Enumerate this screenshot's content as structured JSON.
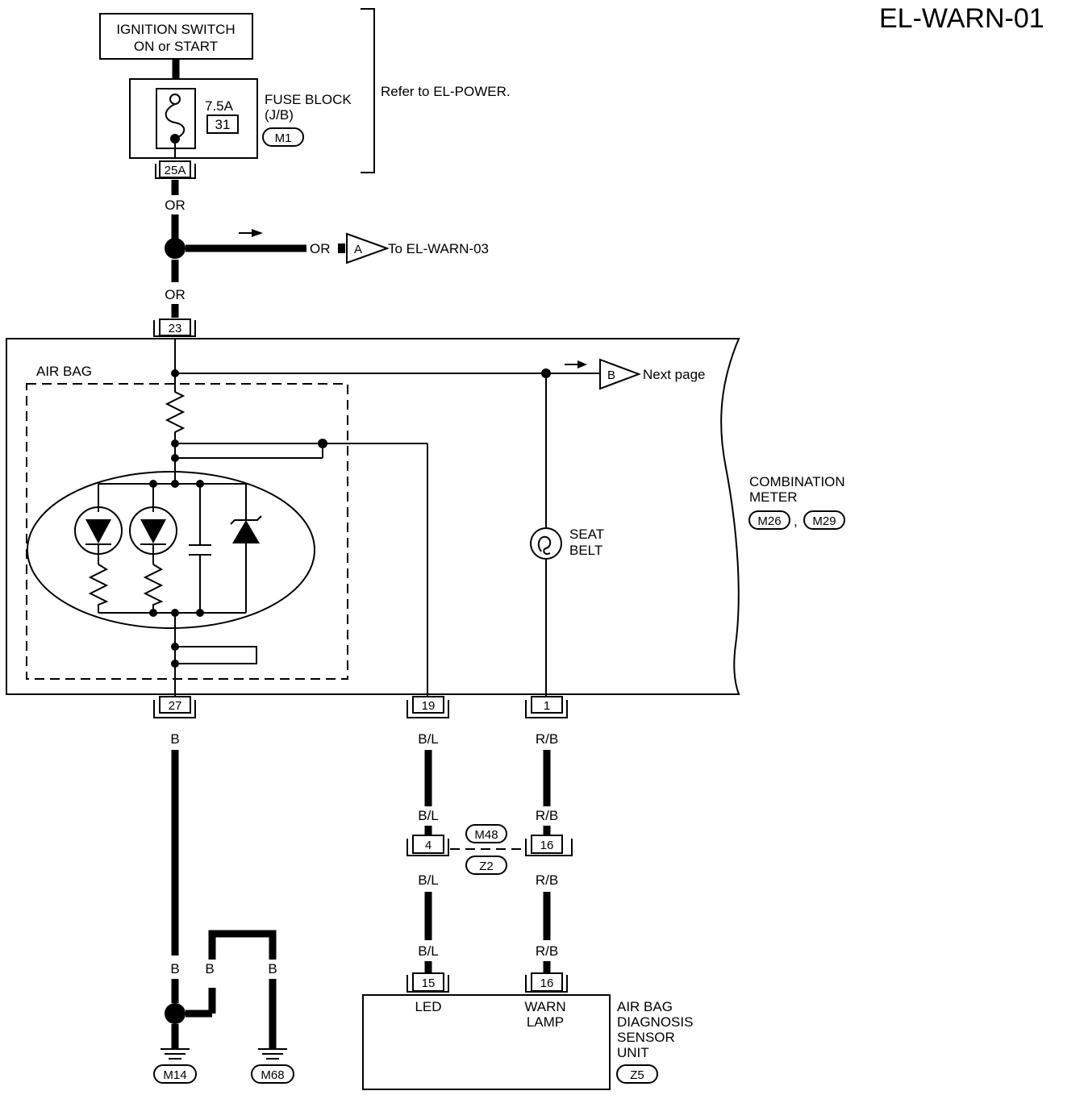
{
  "title": "EL-WARN-01",
  "ignition": {
    "line1": "IGNITION SWITCH",
    "line2": "ON or START"
  },
  "fuse": {
    "rating": "7.5A",
    "number": "31",
    "label1": "FUSE BLOCK",
    "label2": "(J/B)",
    "connector": "M1",
    "terminal": "25A"
  },
  "refer_note": "Refer to EL-POWER.",
  "wires": {
    "or": "OR",
    "b": "B",
    "bl": "B/L",
    "rb": "R/B"
  },
  "offpage_a": {
    "letter": "A",
    "label": "To EL-WARN-03"
  },
  "offpage_b": {
    "letter": "B",
    "label": "Next page"
  },
  "meter": {
    "terminal_in": "23",
    "airbag_label": "AIR BAG",
    "seatbelt1": "SEAT",
    "seatbelt2": "BELT",
    "name1": "COMBINATION",
    "name2": "METER",
    "conn1": "M26",
    "sep": ",",
    "conn2": "M29",
    "term_27": "27",
    "term_19": "19",
    "term_1": "1"
  },
  "joint": {
    "term_4": "4",
    "term_16": "16",
    "conn1": "M48",
    "conn2": "Z2"
  },
  "grounds": {
    "g1": "M14",
    "g2": "M68"
  },
  "sensor": {
    "term_15": "15",
    "term_16": "16",
    "led": "LED",
    "warn1": "WARN",
    "warn2": "LAMP",
    "name1": "AIR BAG",
    "name2": "DIAGNOSIS",
    "name3": "SENSOR",
    "name4": "UNIT",
    "conn": "Z5"
  }
}
